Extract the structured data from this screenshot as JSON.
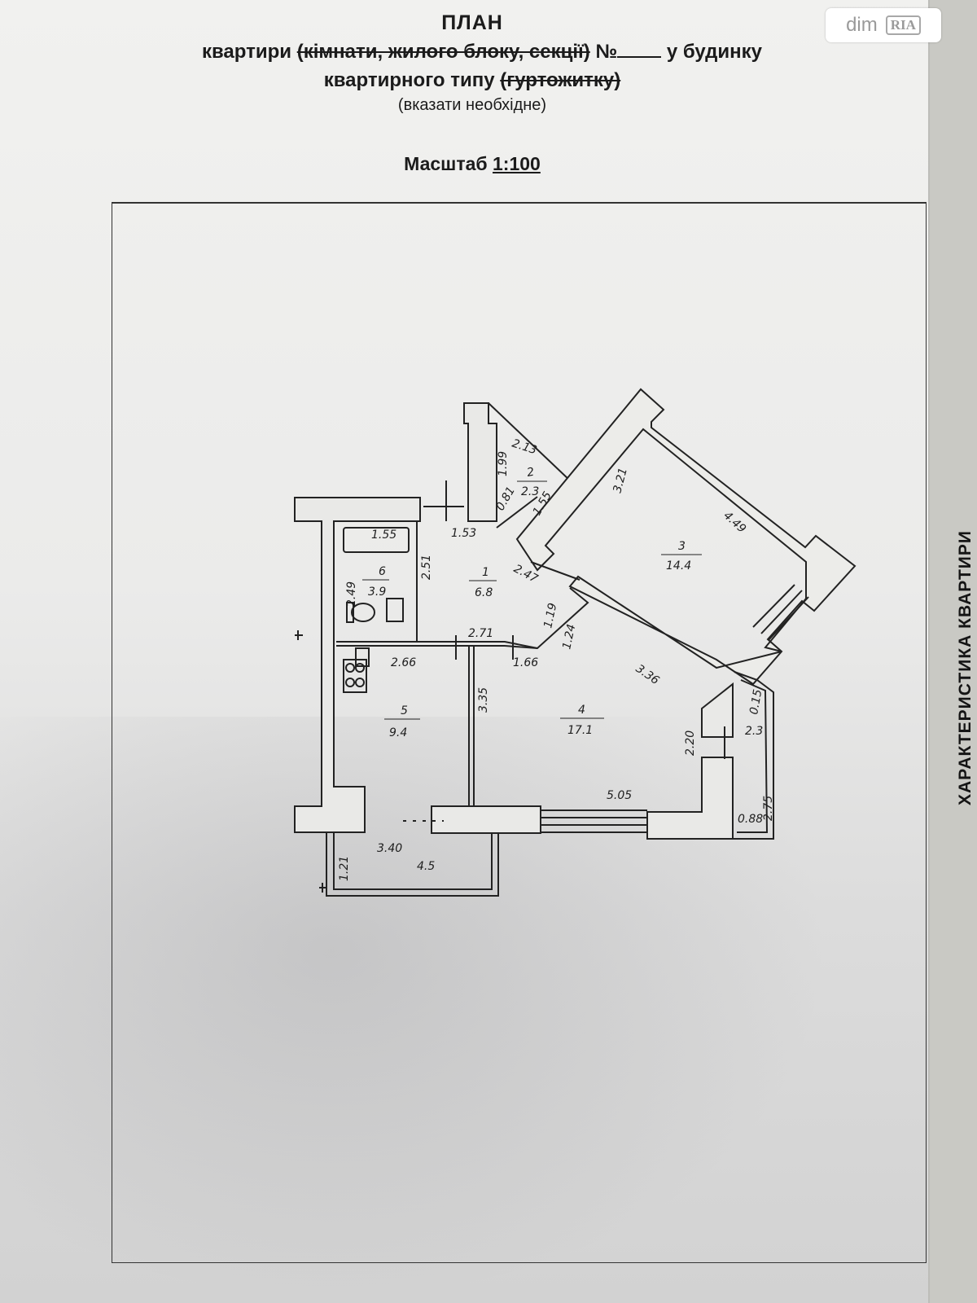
{
  "header": {
    "title": "ПЛАН",
    "line2_prefix": "квартири",
    "line2_struck": "(кімнати, жилого блоку, секції)",
    "line2_no": "№",
    "line2_suffix": "у будинку",
    "line3_prefix": "квартирного типу",
    "line3_struck": "(гуртожитку)",
    "hint": "(вказати необхідне)",
    "scale_label": "Масштаб",
    "scale_value": "1:100"
  },
  "side_title": "ХАРАКТЕРИСТИКА КВАРТИРИ",
  "logo": {
    "dim": "dim",
    "ria": "RIA"
  },
  "rooms": [
    {
      "number": "1",
      "area": "6.8"
    },
    {
      "number": "2",
      "area": "2.3"
    },
    {
      "number": "3",
      "area": "14.4"
    },
    {
      "number": "4",
      "area": "17.1"
    },
    {
      "number": "5",
      "area": "9.4"
    },
    {
      "number": "6",
      "area": "3.9"
    }
  ],
  "balcony_right_area": "2.3",
  "balcony_bottom_area": "4.5",
  "dimensions": {
    "d_1_55": "1.55",
    "d_2_49": "2.49",
    "d_2_51": "2.51",
    "d_1_53": "1.53",
    "d_1_99": "1.99",
    "d_2_13": "2.13",
    "d_0_81": "0.81",
    "d_1_55b": "1.55",
    "d_3_21": "3.21",
    "d_4_49": "4.49",
    "d_2_47": "2.47",
    "d_1_19": "1.19",
    "d_1_24": "1.24",
    "d_2_71": "2.71",
    "d_2_66": "2.66",
    "d_1_66": "1.66",
    "d_3_36": "3.36",
    "d_3_35": "3.35",
    "d_2_20": "2.20",
    "d_0_15": "0.15",
    "d_5_05": "5.05",
    "d_2_75": "2.75",
    "d_0_88": "0.88",
    "d_3_40": "3.40",
    "d_1_21": "1.21"
  }
}
